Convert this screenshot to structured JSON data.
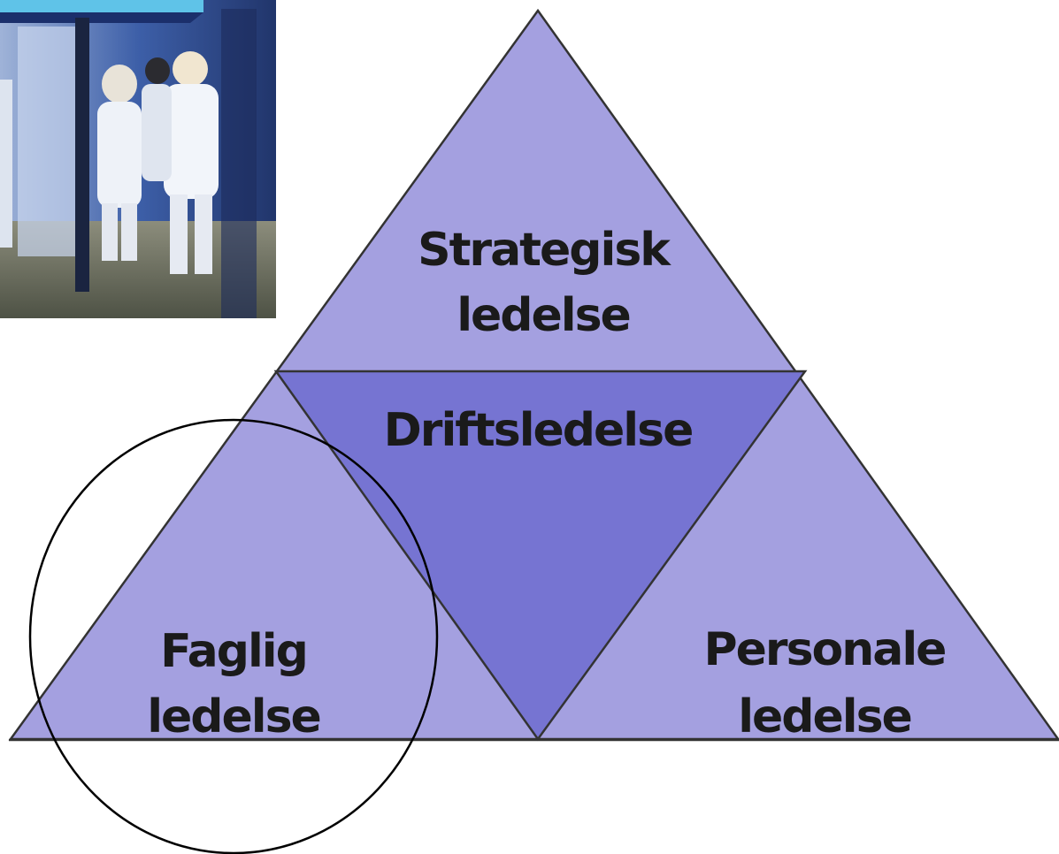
{
  "photo": {
    "alt": "",
    "colors": {
      "wall": "#2f4a8a",
      "floor": "#6b6f60",
      "coat": "#e9eef5",
      "banner": "#5fc3e8"
    }
  },
  "diagram": {
    "colors": {
      "outer_fill": "#a4a0e0",
      "center_fill": "#7674d2",
      "stroke": "#333333",
      "circle": "#000000"
    },
    "sections": {
      "top": {
        "line1": "Strategisk",
        "line2": "ledelse"
      },
      "center": {
        "line1": "Driftsledelse"
      },
      "left": {
        "line1": "Faglig",
        "line2": "ledelse"
      },
      "right": {
        "line1": "Personale",
        "line2": "ledelse"
      }
    }
  }
}
